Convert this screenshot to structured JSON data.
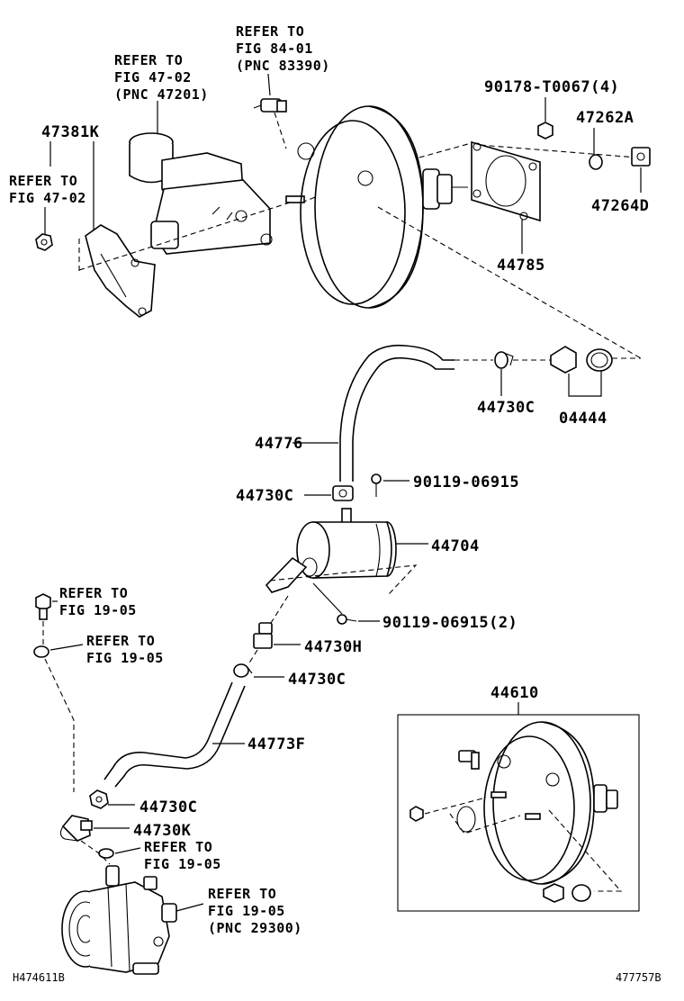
{
  "refs": {
    "r1": [
      "REFER TO",
      "FIG 84-01",
      "(PNC 83390)"
    ],
    "r2": [
      "REFER TO",
      "FIG 47-02",
      "(PNC 47201)"
    ],
    "r3": [
      "REFER TO",
      "FIG 47-02"
    ],
    "r4": [
      "REFER TO",
      "FIG 19-05"
    ],
    "r5": [
      "REFER TO",
      "FIG 19-05"
    ],
    "r6": [
      "REFER TO",
      "FIG 19-05"
    ],
    "r7": [
      "REFER TO",
      "FIG 19-05",
      "(PNC 29300)"
    ]
  },
  "labels": {
    "p47381K": "47381K",
    "p90178": "90178-T0067(4)",
    "p47262A": "47262A",
    "p47264D": "47264D",
    "p44785": "44785",
    "p44730C_1": "44730C",
    "p04444": "04444",
    "p44776": "44776",
    "p44730C_2": "44730C",
    "p90119_1": "90119-06915",
    "p44704": "44704",
    "p90119_2": "90119-06915(2)",
    "p44730H": "44730H",
    "p44730C_3": "44730C",
    "p44773F": "44773F",
    "p44610": "44610",
    "p44730C_4": "44730C",
    "p44730K": "44730K"
  },
  "footer": {
    "left": "H474611B",
    "right": "477757B"
  }
}
